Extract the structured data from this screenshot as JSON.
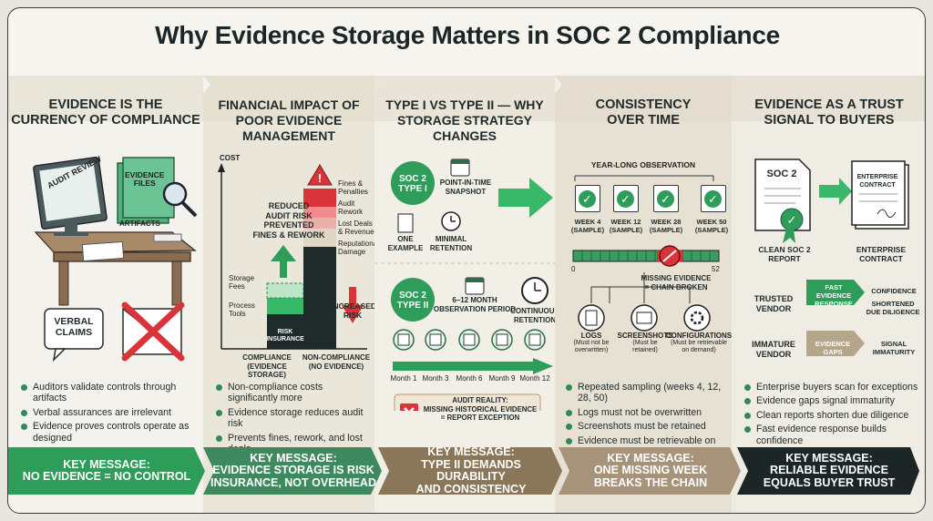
{
  "title": "Why Evidence Storage Matters in SOC 2 Compliance",
  "colors": {
    "green": "#2e8b57",
    "red": "#d9343a",
    "tan": "#b5a58a",
    "dark": "#1d2626"
  },
  "col1": {
    "header_line1": "Evidence is the",
    "header_line2": "currency of compliance",
    "monitor_label": "AUDIT REVIEW",
    "folder_label_1": "EVIDENCE",
    "folder_label_2": "FILES",
    "artifacts_label": "ARTIFACTS",
    "verbal_1": "VERBAL",
    "verbal_2": "CLAIMS",
    "bullets": [
      "Auditors validate controls through artifacts",
      "Verbal assurances are irrelevant",
      "Evidence proves controls operate as designed"
    ],
    "key_1": "KEY MESSAGE:",
    "key_2": "NO EVIDENCE = NO CONTROL"
  },
  "col2": {
    "header_line1": "Financial impact of",
    "header_line2": "poor evidence management",
    "cost_label": "COST",
    "reduced_1": "REDUCED",
    "reduced_2": "AUDIT RISK",
    "prevented_1": "PREVENTED",
    "prevented_2": "FINES & REWORK",
    "storage_fees_1": "Storage",
    "storage_fees_2": "Fees",
    "process_tools_1": "Process",
    "process_tools_2": "Tools",
    "risk_insurance_1": "RISK",
    "risk_insurance_2": "INSURANCE",
    "fines_1": "Fines &",
    "fines_2": "Penalties",
    "audit_rework_1": "Audit",
    "audit_rework_2": "Rework",
    "lost_deals_1": "Lost Deals",
    "lost_deals_2": "& Revenue",
    "reputational_1": "Reputational",
    "reputational_2": "Damage",
    "increased_1": "INCREASED",
    "increased_2": "RISK",
    "compliance_1": "COMPLIANCE",
    "compliance_2": "(EVIDENCE STORAGE)",
    "noncompliance_1": "NON-COMPLIANCE",
    "noncompliance_2": "(NO EVIDENCE)",
    "bullets": [
      "Non-compliance costs significantly more",
      "Evidence storage reduces audit risk",
      "Prevents fines, rework, and lost deals"
    ],
    "key_1": "KEY MESSAGE:",
    "key_2": "EVIDENCE STORAGE IS RISK",
    "key_3": "INSURANCE, NOT OVERHEAD"
  },
  "col3": {
    "header_line1": "Type I vs Type II — why",
    "header_line2": "storage strategy changes",
    "type1_1": "SOC 2",
    "type1_2": "TYPE I",
    "pit_1": "POINT-IN-TIME",
    "pit_2": "SNAPSHOT",
    "one_1": "ONE",
    "one_2": "EXAMPLE",
    "min_1": "MINIMAL",
    "min_2": "RETENTION",
    "type2_1": "SOC 2",
    "type2_2": "TYPE II",
    "obs_1": "6–12 MONTH",
    "obs_2": "OBSERVATION PERIOD",
    "cont_1": "CONTINUOUS",
    "cont_2": "RETENTION",
    "months": [
      "Month 1",
      "Month 3",
      "Month 6",
      "Month 9",
      "Month 12"
    ],
    "reality_1": "AUDIT REALITY:",
    "reality_2": "MISSING HISTORICAL EVIDENCE",
    "reality_3": "= REPORT EXCEPTION",
    "key_1": "KEY MESSAGE:",
    "key_2": "TYPE II DEMANDS DURABILITY",
    "key_3": "AND CONSISTENCY"
  },
  "col4": {
    "header_line1": "Consistency",
    "header_line2": "over time",
    "year_label": "YEAR-LONG OBSERVATION",
    "weeks": [
      {
        "w": "WEEK 4",
        "s": "(SAMPLE)"
      },
      {
        "w": "WEEK 12",
        "s": "(SAMPLE)"
      },
      {
        "w": "WEEK 28",
        "s": "(SAMPLE)"
      },
      {
        "w": "WEEK 50",
        "s": "(SAMPLE)"
      }
    ],
    "axis_start": "0",
    "axis_end": "52",
    "missing_1": "MISSING EVIDENCE",
    "missing_2": "= CHAIN BROKEN",
    "logs_1": "LOGS",
    "logs_2": "(Must not be",
    "logs_3": "overwritten)",
    "shots_1": "SCREENSHOTS",
    "shots_2": "(Must be",
    "shots_3": "retained)",
    "conf_1": "CONFIGURATIONS",
    "conf_2": "(Must be retrievable",
    "conf_3": "on demand)",
    "bullets": [
      "Repeated sampling (weeks 4, 12, 28, 50)",
      "Logs must not be overwritten",
      "Screenshots must be retained",
      "Evidence must be retrievable on demand"
    ],
    "key_1": "KEY MESSAGE:",
    "key_2": "ONE MISSING WEEK",
    "key_3": "BREAKS THE CHAIN"
  },
  "col5": {
    "header_line1": "Evidence as a trust",
    "header_line2": "signal to buyers",
    "report_title": "SOC 2",
    "contract_1": "ENTERPRISE",
    "contract_2": "CONTRACT",
    "clean_1": "CLEAN SOC 2",
    "clean_2": "REPORT",
    "ent_1": "ENTERPRISE",
    "ent_2": "CONTRACT",
    "trusted_1": "TRUSTED",
    "trusted_2": "VENDOR",
    "fast_1": "FAST",
    "fast_2": "EVIDENCE",
    "fast_3": "RESPONSE",
    "confidence": "CONFIDENCE",
    "shortened_1": "SHORTENED",
    "shortened_2": "DUE DILIGENCE",
    "immature_1": "IMMATURE",
    "immature_2": "VENDOR",
    "gaps_1": "EVIDENCE",
    "gaps_2": "GAPS",
    "signal_1": "SIGNAL",
    "signal_2": "IMMATURITY",
    "bullets": [
      "Enterprise buyers scan for exceptions",
      "Evidence gaps signal immaturity",
      "Clean reports shorten due diligence",
      "Fast evidence response builds confidence"
    ],
    "key_1": "KEY MESSAGE:",
    "key_2": "RELIABLE EVIDENCE",
    "key_3": "EQUALS BUYER TRUST"
  }
}
